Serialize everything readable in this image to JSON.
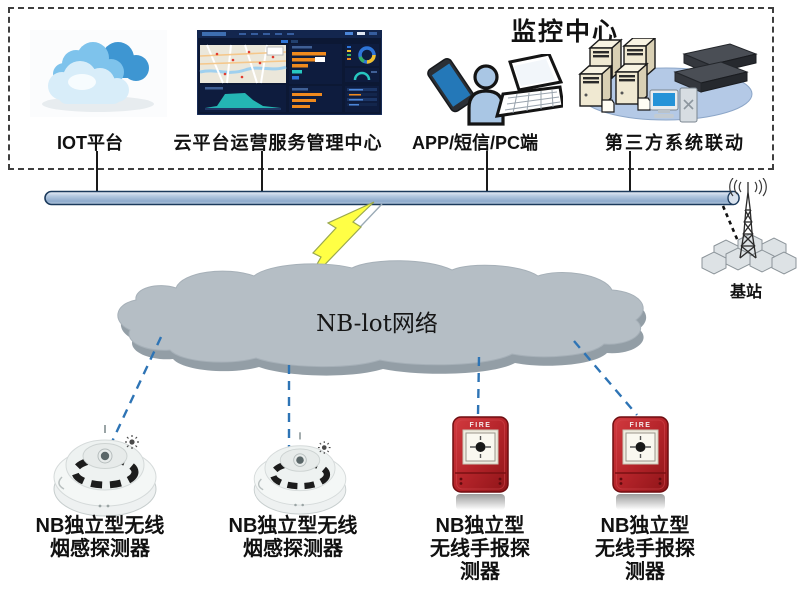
{
  "monitor_center": {
    "title": "监控中心",
    "nodes": [
      {
        "id": "iot-platform",
        "label": "IOT平台",
        "icon": "blue-cloud-icon"
      },
      {
        "id": "cloud-mgmt-center",
        "label": "云平台运营服务管理中心",
        "icon": "dashboard-screenshot"
      },
      {
        "id": "app-sms-pc",
        "label": "APP/短信/PC端",
        "icon": "phone-person-laptop-icon"
      },
      {
        "id": "third-party-linkage",
        "label": "第三方系统联动",
        "icon": "server-cluster-icon"
      }
    ]
  },
  "network": {
    "cloud_label": "NB-lot网络",
    "base_station_label": "基站",
    "links": [
      "bus-bar",
      "lightning-link",
      "dashed-radio-links"
    ]
  },
  "devices": [
    {
      "id": "smoke-detector-1",
      "type": "smoke-detector",
      "label_lines": [
        "NB独立型无线",
        "烟感探测器"
      ]
    },
    {
      "id": "smoke-detector-2",
      "type": "smoke-detector",
      "label_lines": [
        "NB独立型无线",
        "烟感探测器"
      ]
    },
    {
      "id": "call-point-1",
      "type": "manual-call-point",
      "device_text": "FIRE",
      "label_lines": [
        "NB独立型",
        "无线手报探",
        "测器"
      ]
    },
    {
      "id": "call-point-2",
      "type": "manual-call-point",
      "device_text": "FIRE",
      "label_lines": [
        "NB独立型",
        "无线手报探",
        "测器"
      ]
    }
  ],
  "colors": {
    "bus_bar": "#9fb9d9",
    "bus_bar_border": "#1b3a5c",
    "cloud_fill": "#b5bec5",
    "cloud_rim": "#939ea6",
    "lightning": "#ffff45",
    "dashed_link_blue": "#2e74b5",
    "device_red": "#b5242a",
    "box_border": "#3f3f3f",
    "iot_cloud_blue": "#3e96d2",
    "dashboard_bg": "#0c1834",
    "dashboard_accent_orange": "#f08a1e",
    "dashboard_accent_teal": "#27c7c0"
  }
}
